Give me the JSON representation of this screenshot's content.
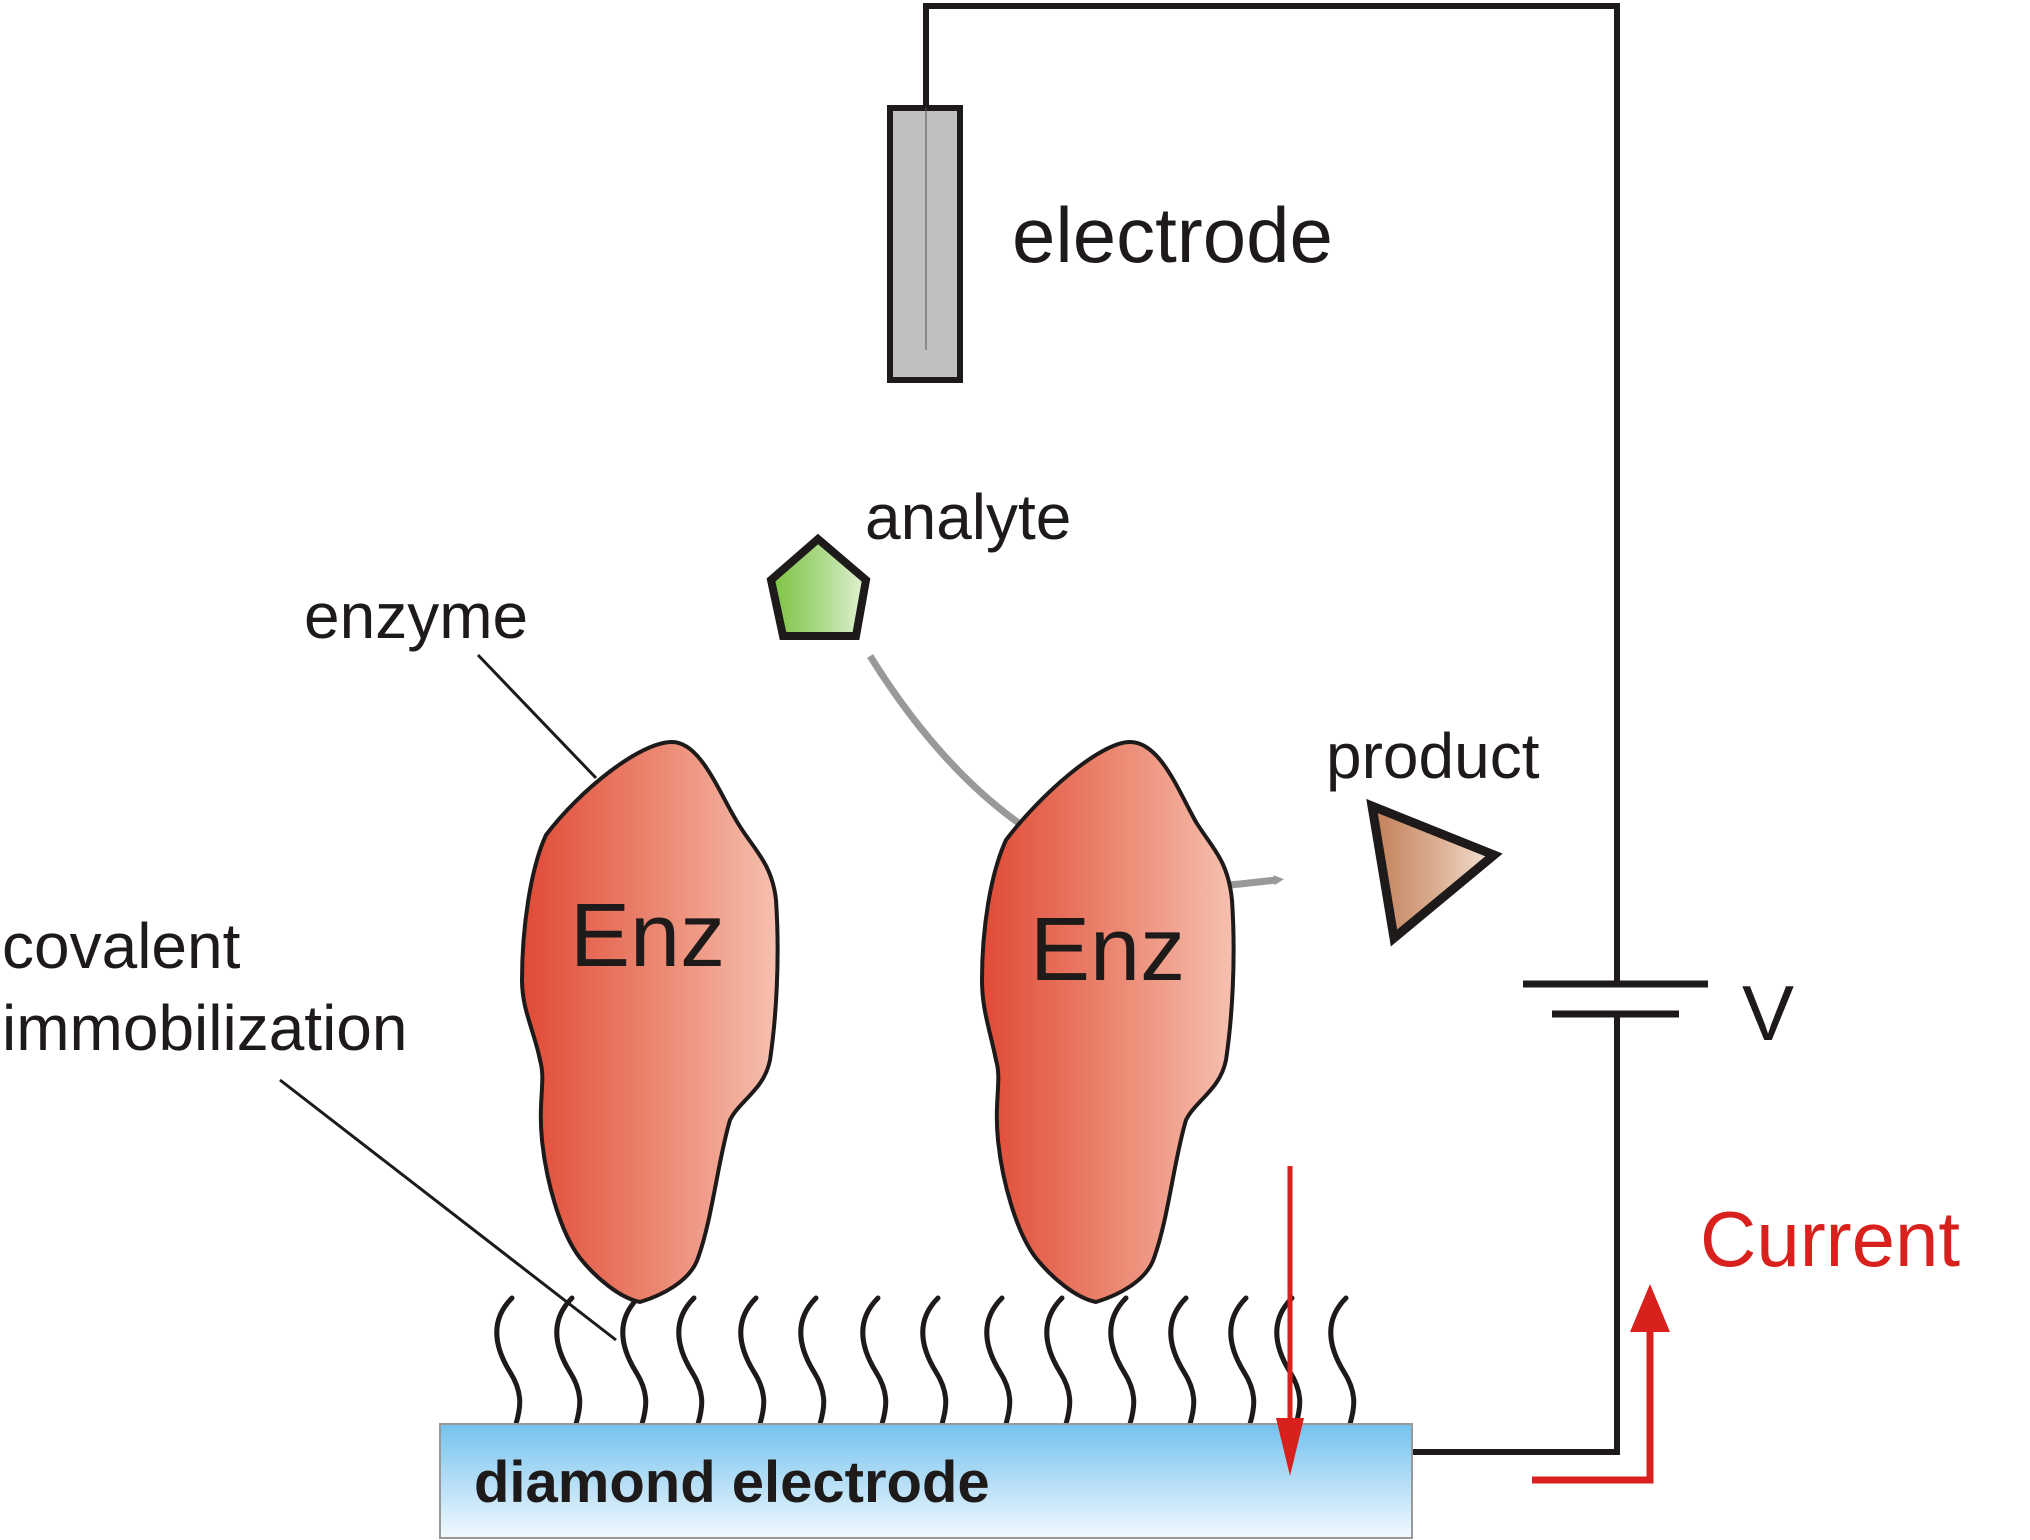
{
  "diagram": {
    "title": "Enzyme biosensor on diamond electrode",
    "labels": {
      "electrode": "electrode",
      "analyte": "analyte",
      "enzyme": "enzyme",
      "product": "product",
      "covalent_line1": "covalent",
      "covalent_line2": "immobilization",
      "enz1": "Enz",
      "enz2": "Enz",
      "voltage": "V",
      "current": "Current",
      "diamond_electrode": "diamond electrode"
    },
    "colors": {
      "wire": "#1e1a1a",
      "current_red": "#d8211d",
      "enzyme_fill": "#e8705a",
      "analyte_green": "#7cc242",
      "product_brown": "#c08060",
      "electrode_gray": "#c0c0c0",
      "diamond_blue": "#7cc4ee",
      "reaction_arrow": "#999999"
    },
    "linker_count": 15
  }
}
